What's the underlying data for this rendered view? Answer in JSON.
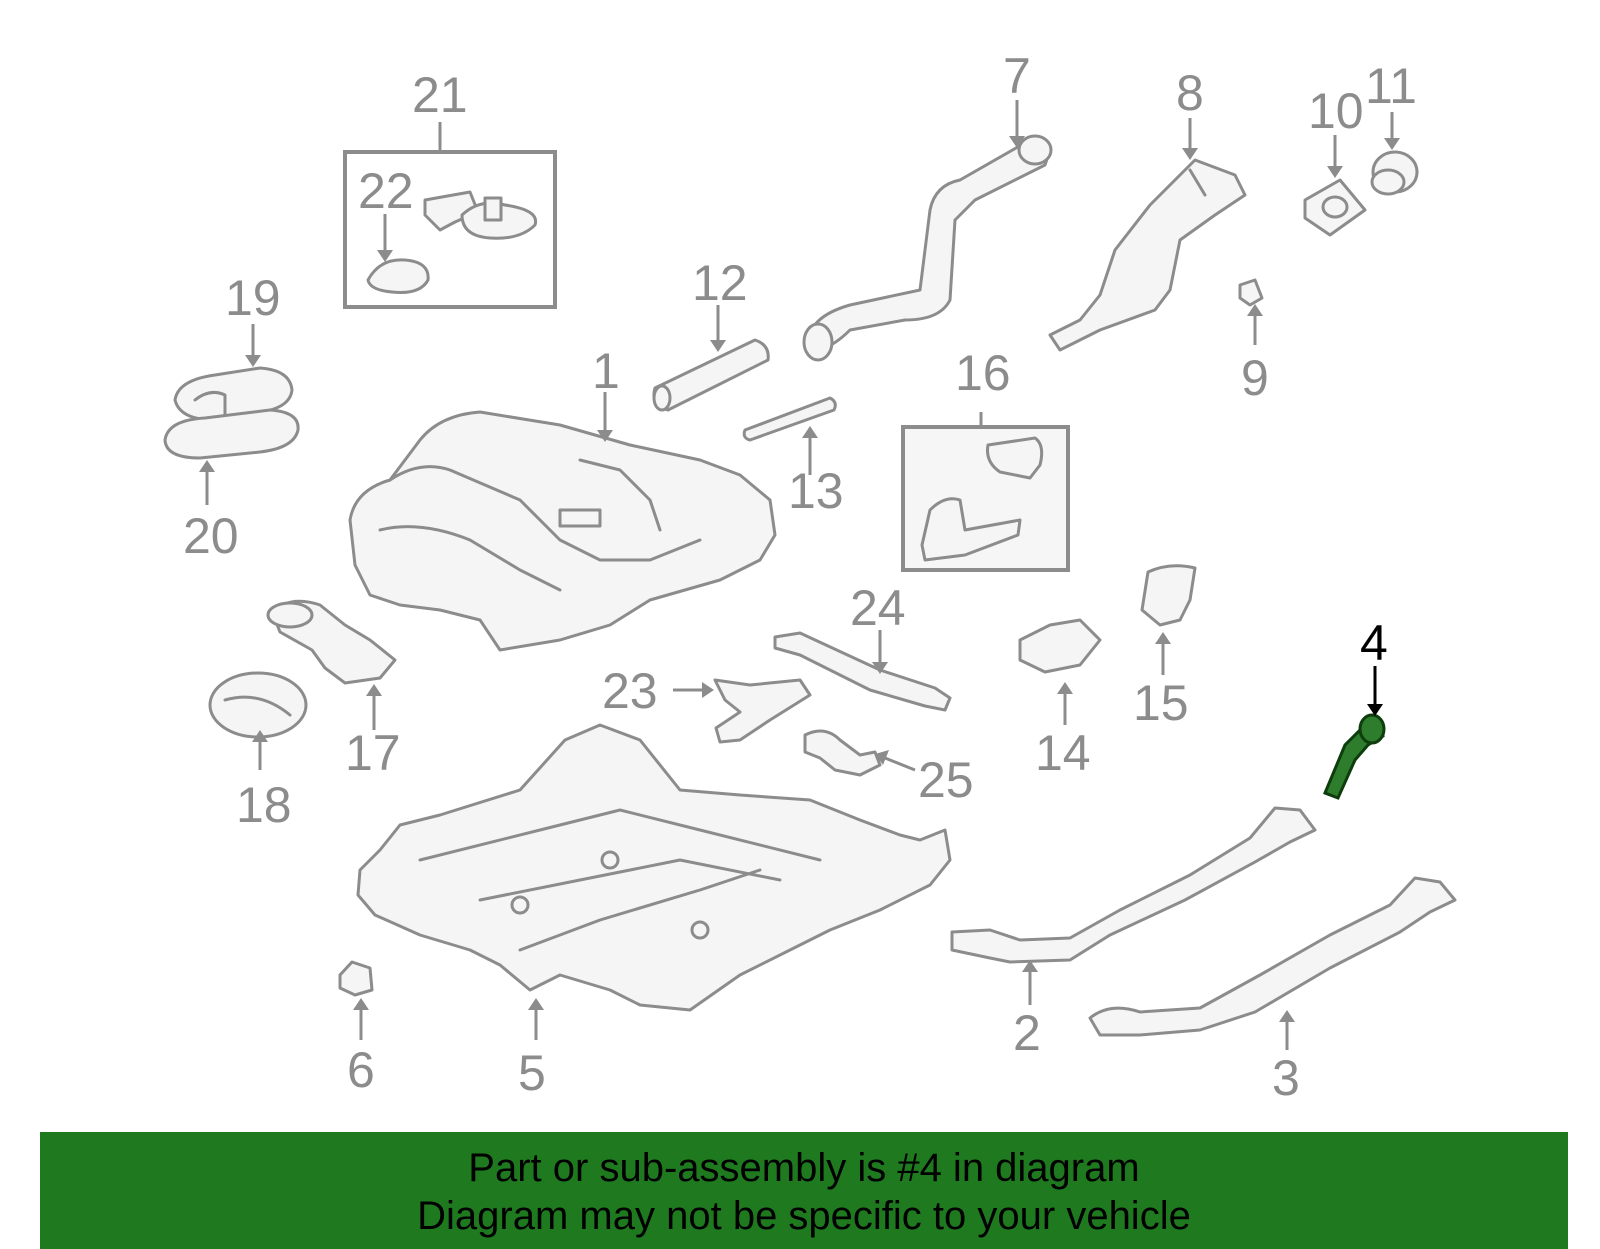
{
  "diagram": {
    "highlight_color": "#2d7d2d",
    "line_color": "#8c8c8c",
    "highlighted_part": "4",
    "callouts": [
      "1",
      "2",
      "3",
      "4",
      "5",
      "6",
      "7",
      "8",
      "9",
      "10",
      "11",
      "12",
      "13",
      "14",
      "15",
      "16",
      "17",
      "18",
      "19",
      "20",
      "21",
      "22",
      "23",
      "24",
      "25"
    ]
  },
  "banner": {
    "background": "#1f7a1f",
    "line1": "Part or sub-assembly is #4 in diagram",
    "line2": "Diagram may not be specific to your vehicle"
  }
}
